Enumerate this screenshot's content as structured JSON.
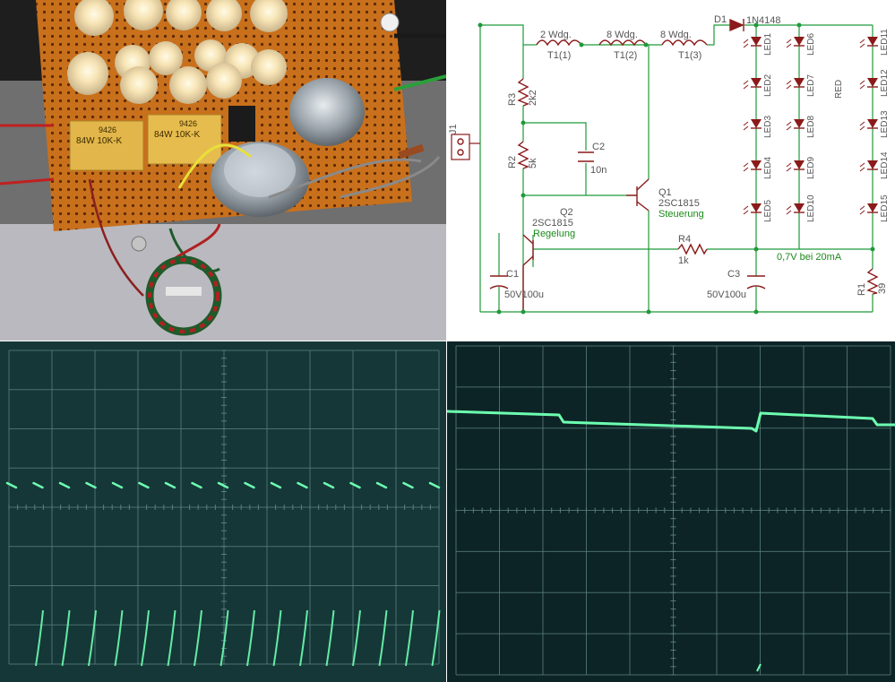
{
  "schematic": {
    "connector": "J1",
    "coil1_turns": "2 Wdg.",
    "coil1_name": "T1(1)",
    "coil2_turns": "8 Wdg.",
    "coil2_name": "T1(2)",
    "coil3_turns": "8 Wdg.",
    "coil3_name": "T1(3)",
    "diode_name": "D1",
    "diode_part": "1N4148",
    "r3_name": "R3",
    "r3_value": "2k2",
    "r2_name": "R2",
    "r2_value": "5k",
    "c2_name": "C2",
    "c2_value": "10n",
    "q1_name": "Q1",
    "q1_part": "2SC1815",
    "q1_role": "Steuerung",
    "q2_name": "Q2",
    "q2_part": "2SC1815",
    "q2_role": "Regelung",
    "r4_name": "R4",
    "r4_value": "1k",
    "c1_name": "C1",
    "c1_value": "50V100u",
    "c3_name": "C3",
    "c3_value": "50V100u",
    "r1_name": "R1",
    "r1_value": "39",
    "feedback_note": "0,7V bei 20mA",
    "led_red_note": "RED",
    "led_col1": [
      "LED1",
      "LED2",
      "LED3",
      "LED4",
      "LED5"
    ],
    "led_col2": [
      "LED6",
      "LED7",
      "LED8",
      "LED9",
      "LED10"
    ],
    "led_col3": [
      "LED11",
      "LED12",
      "LED13",
      "LED14",
      "LED15"
    ]
  },
  "photo": {
    "resistor1_marking": "84W 10K-K",
    "resistor1_code": "9426",
    "resistor2_marking": "84W 10K-K",
    "resistor2_code": "9426"
  },
  "colors": {
    "wire": "#1f9a3a",
    "component": "#8b1a1a",
    "trace": "#6dffb0",
    "scope_grid": "#5a7e7e"
  }
}
